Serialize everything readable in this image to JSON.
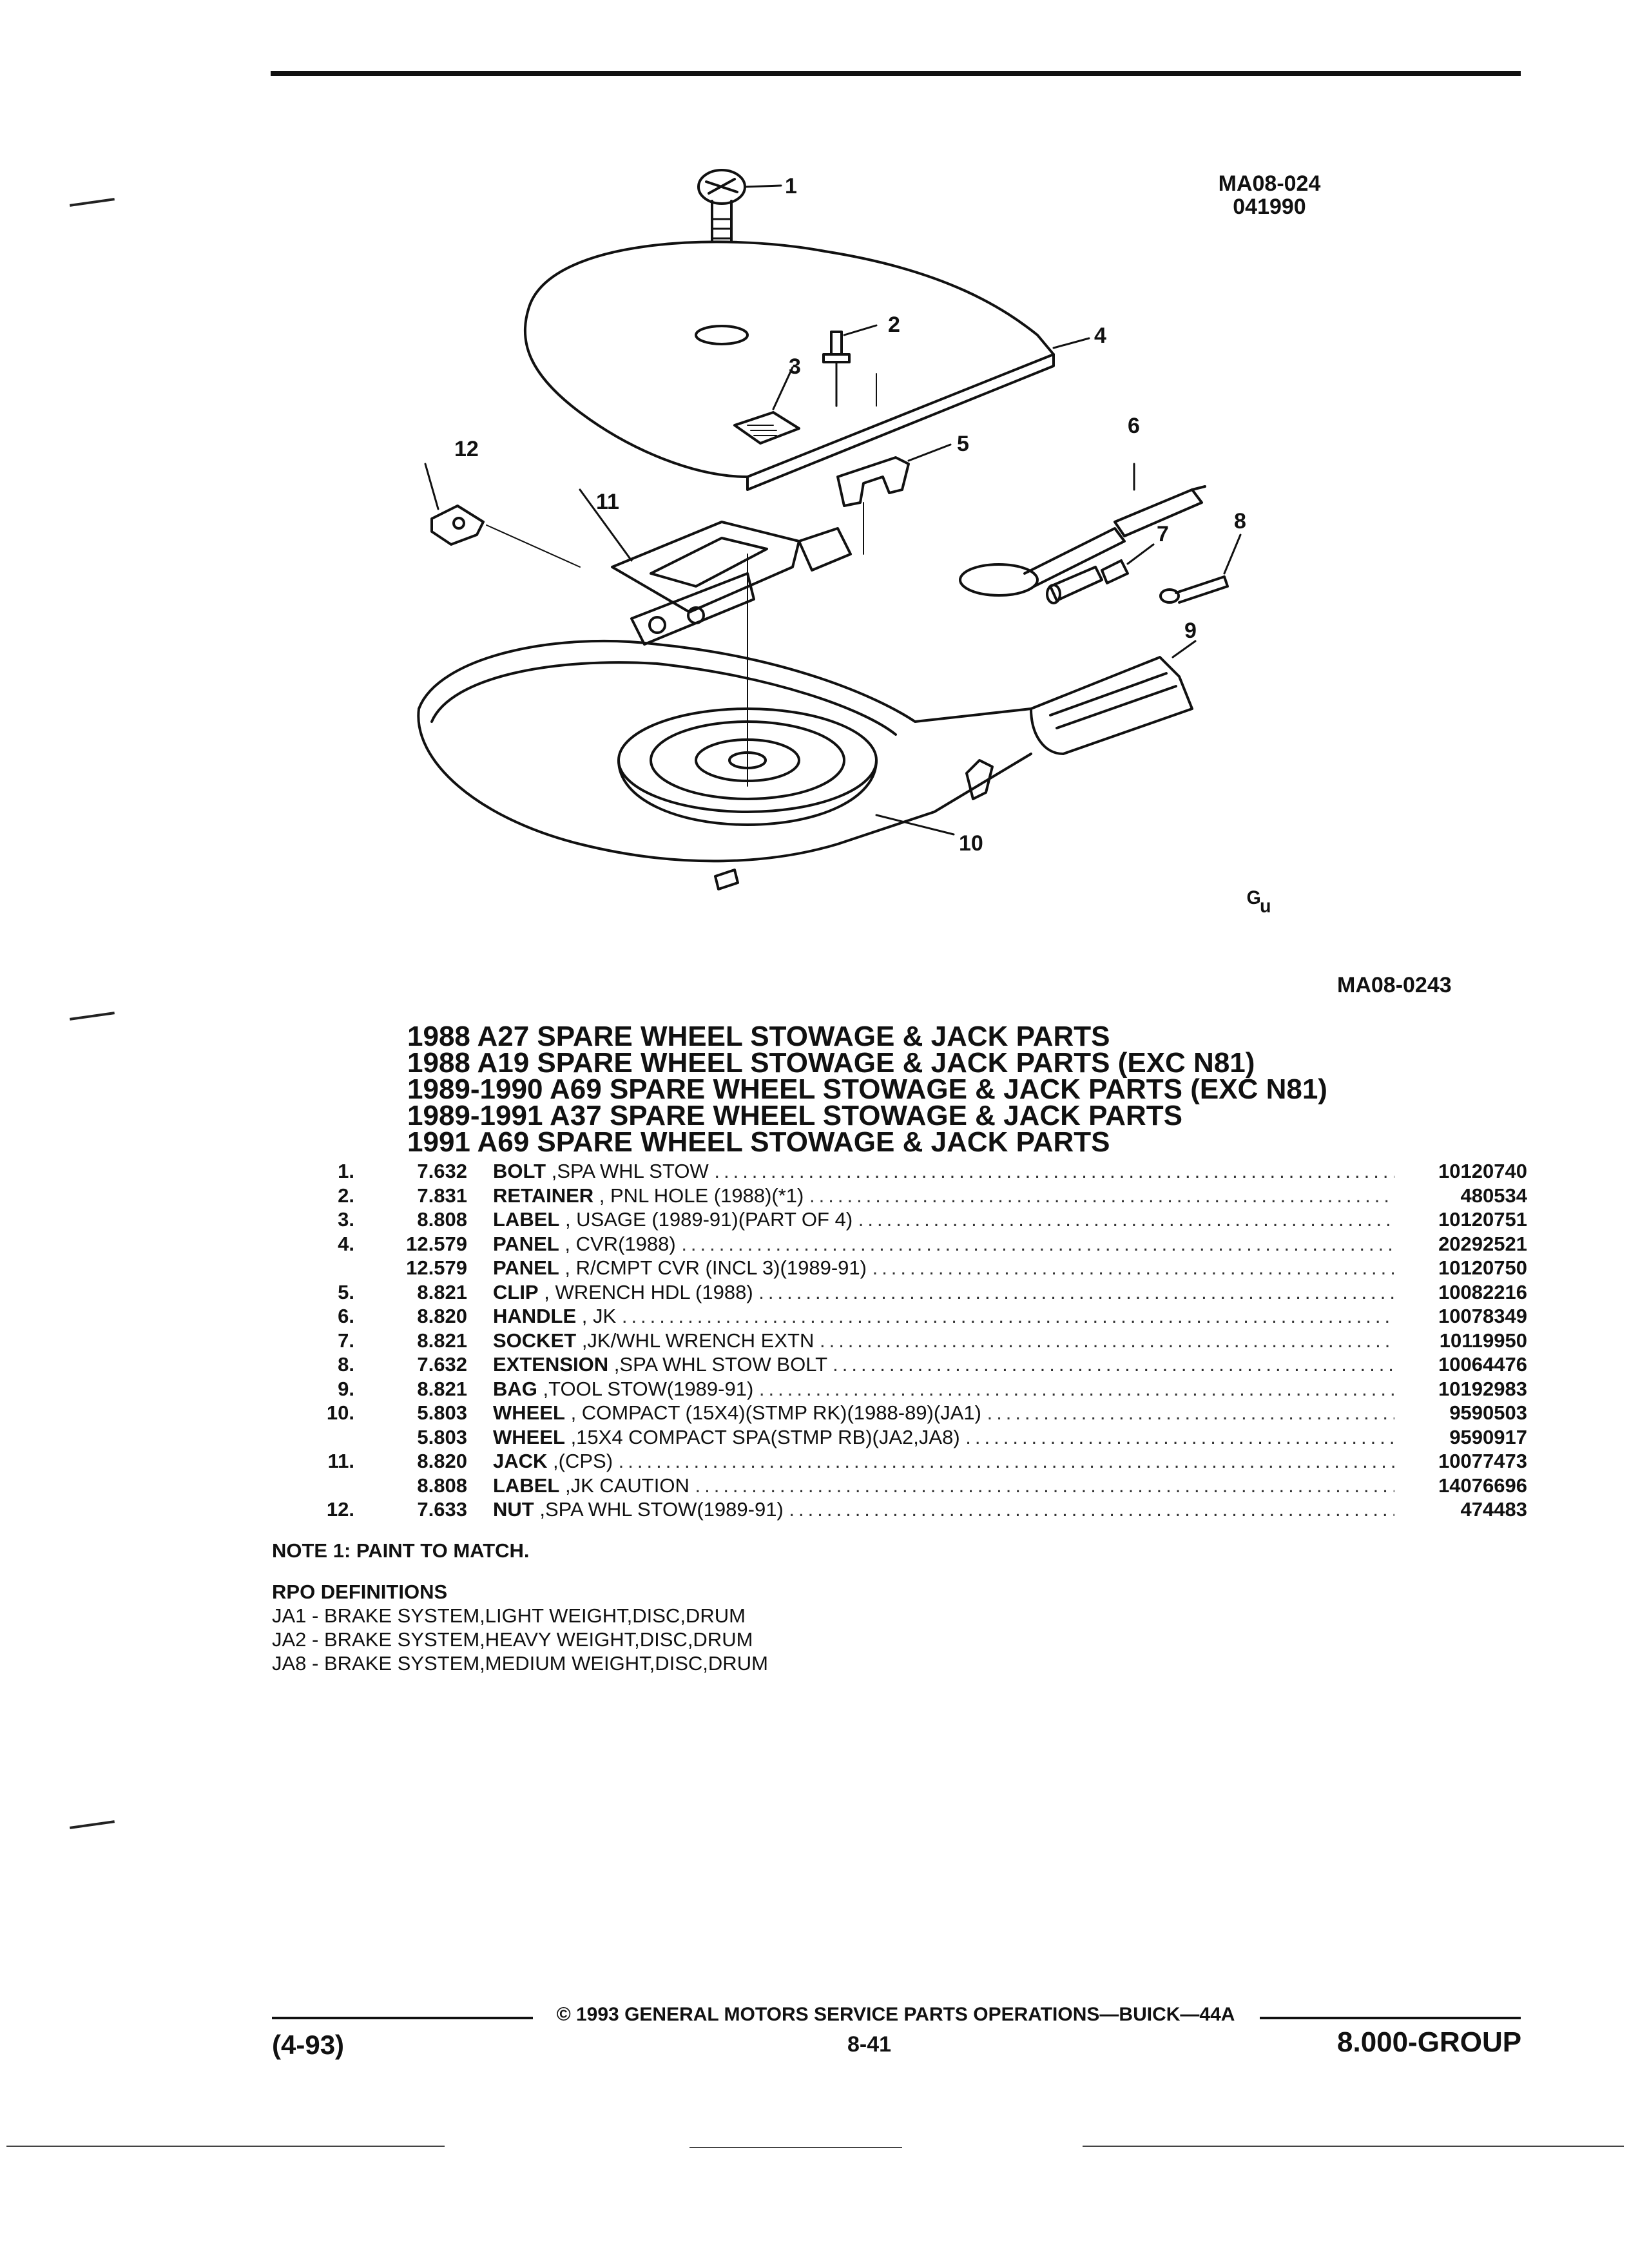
{
  "figure": {
    "id_line1": "MA08-024",
    "id_line2": "041990",
    "code": "MA08-0243",
    "logo": "ᴳᵤ",
    "callouts": [
      "1",
      "2",
      "3",
      "4",
      "5",
      "6",
      "7",
      "8",
      "9",
      "10",
      "11",
      "12"
    ]
  },
  "titles": [
    "1988 A27 SPARE WHEEL STOWAGE & JACK PARTS",
    "1988 A19 SPARE WHEEL STOWAGE & JACK PARTS (EXC N81)",
    "1989-1990 A69 SPARE WHEEL STOWAGE & JACK PARTS (EXC N81)",
    "1989-1991 A37 SPARE WHEEL STOWAGE & JACK PARTS",
    "1991 A69 SPARE WHEEL STOWAGE & JACK PARTS"
  ],
  "parts": [
    {
      "num": "1.",
      "code": "7.632",
      "name": "BOLT",
      "detail": ",SPA WHL STOW",
      "part_no": "10120740"
    },
    {
      "num": "2.",
      "code": "7.831",
      "name": "RETAINER",
      "detail": ", PNL HOLE (1988)(*1)",
      "part_no": "480534"
    },
    {
      "num": "3.",
      "code": "8.808",
      "name": "LABEL",
      "detail": ", USAGE (1989-91)(PART OF 4)",
      "part_no": "10120751"
    },
    {
      "num": "4.",
      "code": "12.579",
      "name": "PANEL",
      "detail": ", CVR(1988)",
      "part_no": "20292521"
    },
    {
      "num": "",
      "code": "12.579",
      "name": "PANEL",
      "detail": ", R/CMPT CVR (INCL 3)(1989-91)",
      "part_no": "10120750"
    },
    {
      "num": "5.",
      "code": "8.821",
      "name": "CLIP",
      "detail": ", WRENCH HDL (1988)",
      "part_no": "10082216"
    },
    {
      "num": "6.",
      "code": "8.820",
      "name": "HANDLE",
      "detail": ", JK",
      "part_no": "10078349"
    },
    {
      "num": "7.",
      "code": "8.821",
      "name": "SOCKET",
      "detail": ",JK/WHL WRENCH EXTN",
      "part_no": "10119950"
    },
    {
      "num": "8.",
      "code": "7.632",
      "name": "EXTENSION",
      "detail": ",SPA WHL STOW BOLT",
      "part_no": "10064476"
    },
    {
      "num": "9.",
      "code": "8.821",
      "name": "BAG",
      "detail": ",TOOL STOW(1989-91)",
      "part_no": "10192983"
    },
    {
      "num": "10.",
      "code": "5.803",
      "name": "WHEEL",
      "detail": ", COMPACT (15X4)(STMP RK)(1988-89)(JA1)",
      "part_no": "9590503"
    },
    {
      "num": "",
      "code": "5.803",
      "name": "WHEEL",
      "detail": ",15X4 COMPACT SPA(STMP RB)(JA2,JA8)",
      "part_no": "9590917"
    },
    {
      "num": "11.",
      "code": "8.820",
      "name": "JACK",
      "detail": ",(CPS)",
      "part_no": "10077473"
    },
    {
      "num": "",
      "code": "8.808",
      "name": "LABEL",
      "detail": ",JK CAUTION",
      "part_no": "14076696"
    },
    {
      "num": "12.",
      "code": "7.633",
      "name": "NUT",
      "detail": ",SPA WHL STOW(1989-91)",
      "part_no": "474483"
    }
  ],
  "note": "NOTE  1:  PAINT TO MATCH.",
  "rpo": {
    "heading": "RPO DEFINITIONS",
    "items": [
      "JA1 - BRAKE SYSTEM,LIGHT WEIGHT,DISC,DRUM",
      "JA2 - BRAKE SYSTEM,HEAVY WEIGHT,DISC,DRUM",
      "JA8 - BRAKE SYSTEM,MEDIUM WEIGHT,DISC,DRUM"
    ]
  },
  "footer": {
    "copyright": "©  1993  GENERAL MOTORS SERVICE PARTS OPERATIONS—BUICK—44A",
    "date_code": "(4-93)",
    "page": "8-41",
    "group": "8.000-GROUP"
  }
}
